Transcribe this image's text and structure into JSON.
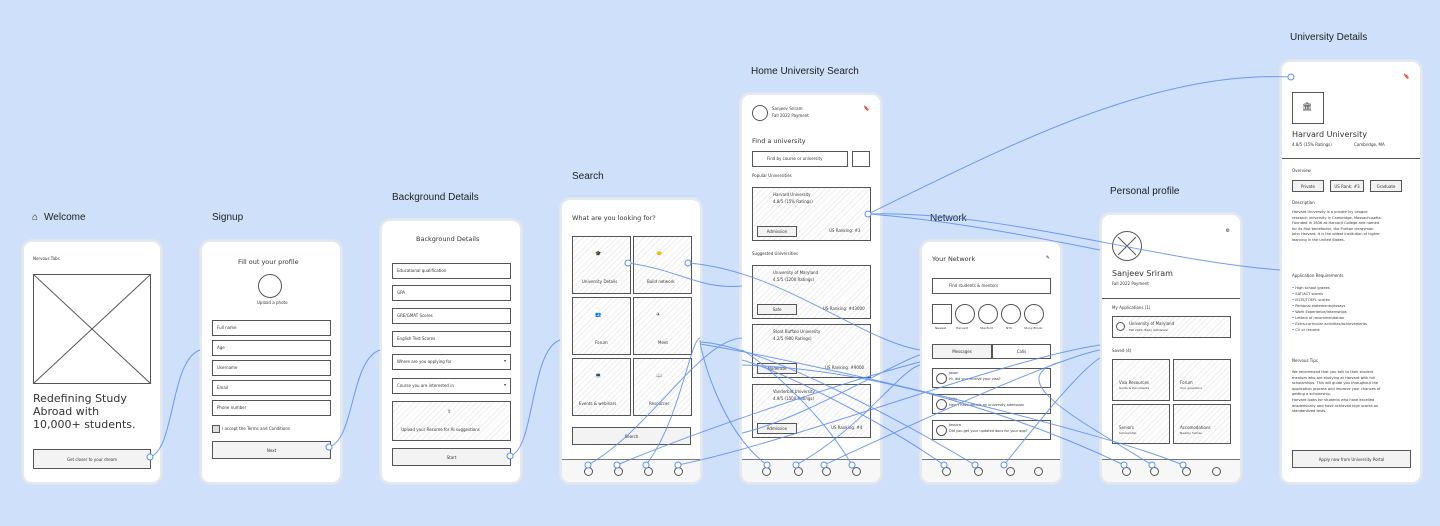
{
  "frames": {
    "welcome": {
      "title": "Welcome",
      "brand": "Nervous Tabs",
      "headline_1": "Redefining Study",
      "headline_2": "Abroad with",
      "headline_3": "10,000+ students.",
      "cta": "Get closer to your dream"
    },
    "signup": {
      "title": "Signup",
      "heading": "Fill out your profile",
      "photo_label": "Upload a photo",
      "fields": [
        "Full name",
        "Age",
        "Username",
        "Email",
        "Phone number"
      ],
      "terms": "I accept the Terms and Conditions",
      "next": "Next"
    },
    "background": {
      "title": "Background Details",
      "heading": "Background Details",
      "fields": [
        "Educational qualification",
        "GPA",
        "GRE/GMAT Scores",
        "English Test Scores"
      ],
      "select_1": "Where are you applying for",
      "select_2": "Course you are interested in",
      "upload": "Upload your Resume for AI suggestions",
      "start": "Start"
    },
    "search": {
      "title": "Search",
      "heading": "What are you looking for?",
      "tiles": [
        "University Details",
        "Build network",
        "Forum",
        "Meet",
        "Events & webinars",
        "Resources"
      ],
      "button": "Search"
    },
    "home": {
      "title": "Home University Search",
      "user": "Sanjeev Sriram",
      "user_sub": "Fall 2022 Payment",
      "find": "Find a university",
      "search_placeholder": "Find by course or university",
      "popular": "Popular Universities",
      "suggested": "Suggested Universities",
      "cards": [
        {
          "name": "Harvard University",
          "sub": "4.8/5 (15% Ratings)",
          "tag": "Admission",
          "rank": "US Ranking: #3"
        },
        {
          "name": "University of Maryland",
          "sub": "4.5/5 (1200 Ratings)",
          "tag": "Safe",
          "rank": "US Ranking: #43000"
        },
        {
          "name": "Stoat Buffalo University",
          "sub": "4.2/5 (900 Ratings)",
          "tag": "Moderate",
          "rank": "US Ranking: #9000"
        },
        {
          "name": "Vanderbilt University",
          "sub": "4.9/5 (1500 Ratings)",
          "tag": "Admission",
          "rank": "US Ranking: #4"
        }
      ]
    },
    "network": {
      "title": "Network",
      "heading": "Your Network",
      "search": "Find students & mentors",
      "filters": [
        "Newest",
        "Harvard",
        "Stanford",
        "NYU",
        "Stony Brook"
      ],
      "tabs": [
        "Messages",
        "Calls"
      ],
      "messages": [
        {
          "name": "Jason",
          "text": "Hi, did you receive your visa?"
        },
        {
          "name": "Kelly",
          "text": "Hey, I have details on university admission"
        },
        {
          "name": "Jessica",
          "text": "Did you get your updated docs for your app?"
        }
      ]
    },
    "profile": {
      "title": "Personal profile",
      "name": "Sanjeev Sriram",
      "sub": "Fall 2022 Payment",
      "applications": "My Applications (1)",
      "app_name": "University of Maryland",
      "app_sub": "Fall 2022, Early Admission",
      "saved": "Saved (4)",
      "saved_items": [
        {
          "name": "Visa Resources",
          "sub": "Guide & Documents"
        },
        {
          "name": "Forum",
          "sub": "Your questions"
        },
        {
          "name": "Seniors",
          "sub": "Scholarship"
        },
        {
          "name": "Accomodations",
          "sub": "Nearby homes"
        }
      ]
    },
    "details": {
      "title": "University Details",
      "name": "Harvard University",
      "sub": "4.8/5 (15% Ratings)",
      "location": "Cambridge, MA",
      "overview": "Overview",
      "tags": [
        "Private",
        "US Rank: #3",
        "Graduate"
      ],
      "desc_title": "Description",
      "desc": [
        "Harvard University is a private Ivy League",
        "research university in Cambridge, Massachusetts.",
        "Founded in 1636 as Harvard College and named",
        "for its first benefactor, the Puritan clergyman",
        "John Harvard, it is the oldest institution of higher",
        "learning in the United States."
      ],
      "req_title": "Application Requirements",
      "reqs": [
        "High school grades",
        "SAT/ACT scores",
        "IELTS/TOEFL scores",
        "Personal statements/essays",
        "Work Experience/internships",
        "Letters of recommendation",
        "Extra-curricular activities/achievements",
        "CV or resume"
      ],
      "tips_title": "Nervous Tips",
      "tips": [
        "We recommend that you talk to their student",
        "mentors who are studying at Harvard with full",
        "scholarships. This will guide you throughout the",
        "application process and improve your chances of",
        "getting a scholarship.",
        "Harvard looks for students who have excelled",
        "academically and have achieved high scores on",
        "standardized tests."
      ],
      "apply": "Apply now from University Portal"
    }
  },
  "colors": {
    "background": "#cfe0fb",
    "connector": "#5b8def",
    "ink": "#333333"
  }
}
